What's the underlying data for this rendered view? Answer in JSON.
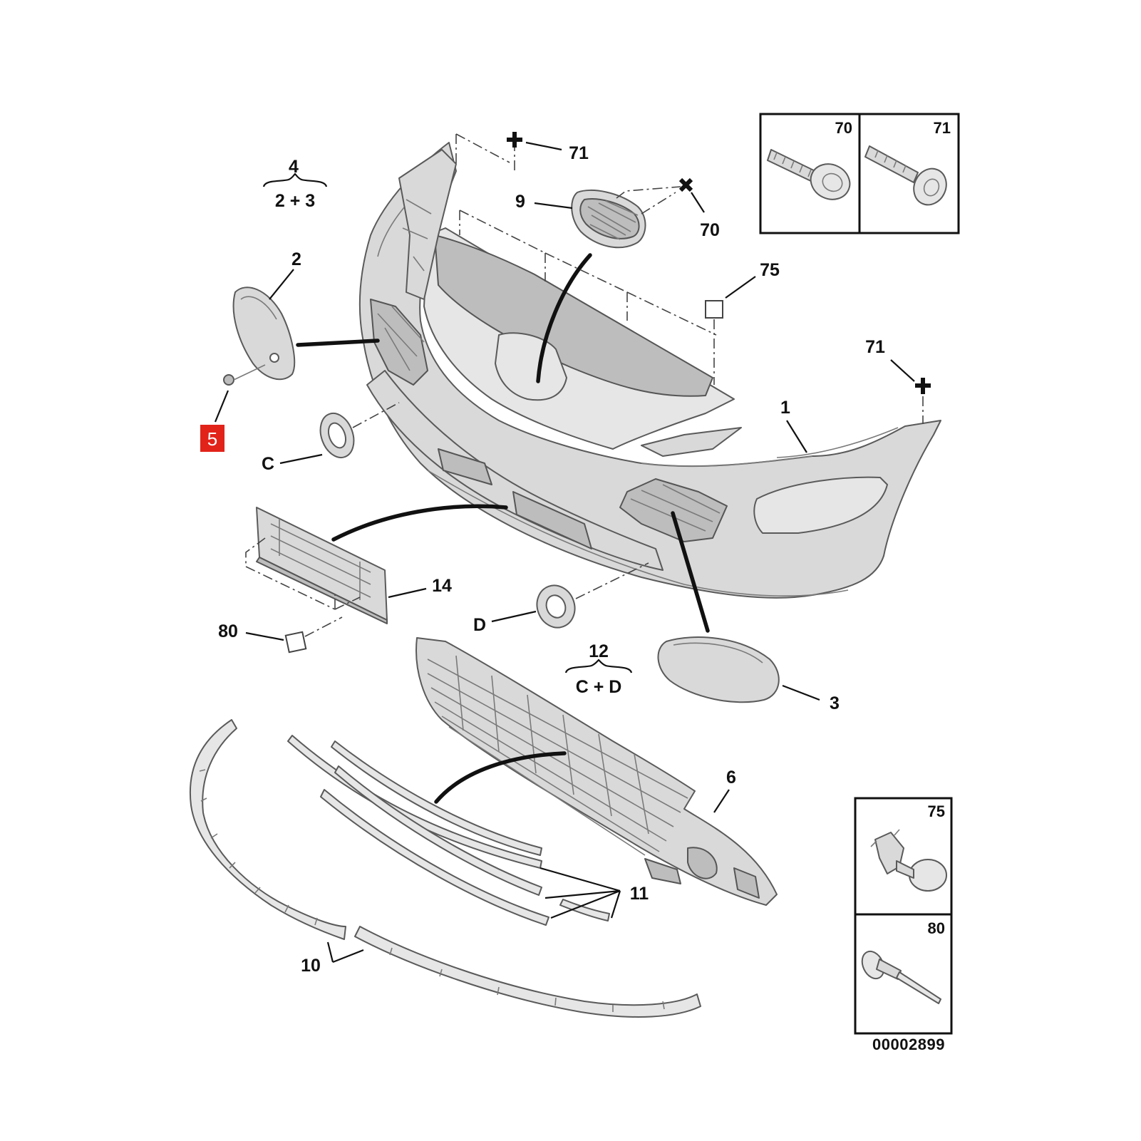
{
  "callouts": {
    "c1": "1",
    "c2": "2",
    "c3": "3",
    "c4": "4",
    "c4_sub": "2 + 3",
    "c5": "5",
    "c6": "6",
    "c9": "9",
    "c10": "10",
    "c11": "11",
    "c12": "12",
    "c12_sub": "C + D",
    "c14": "14",
    "c70": "70",
    "c71_top": "71",
    "c71_right": "71",
    "c75": "75",
    "c80": "80",
    "cC": "C",
    "cD": "D"
  },
  "legend_top": {
    "left_label": "70",
    "right_label": "71"
  },
  "legend_bottom": {
    "top_label": "75",
    "bottom_label": "80"
  },
  "reference_number": "00002899",
  "colors": {
    "highlight": "#e2231a",
    "part_fill": "#d9d9d9",
    "outline": "#5a5a5a",
    "text": "#111111"
  }
}
